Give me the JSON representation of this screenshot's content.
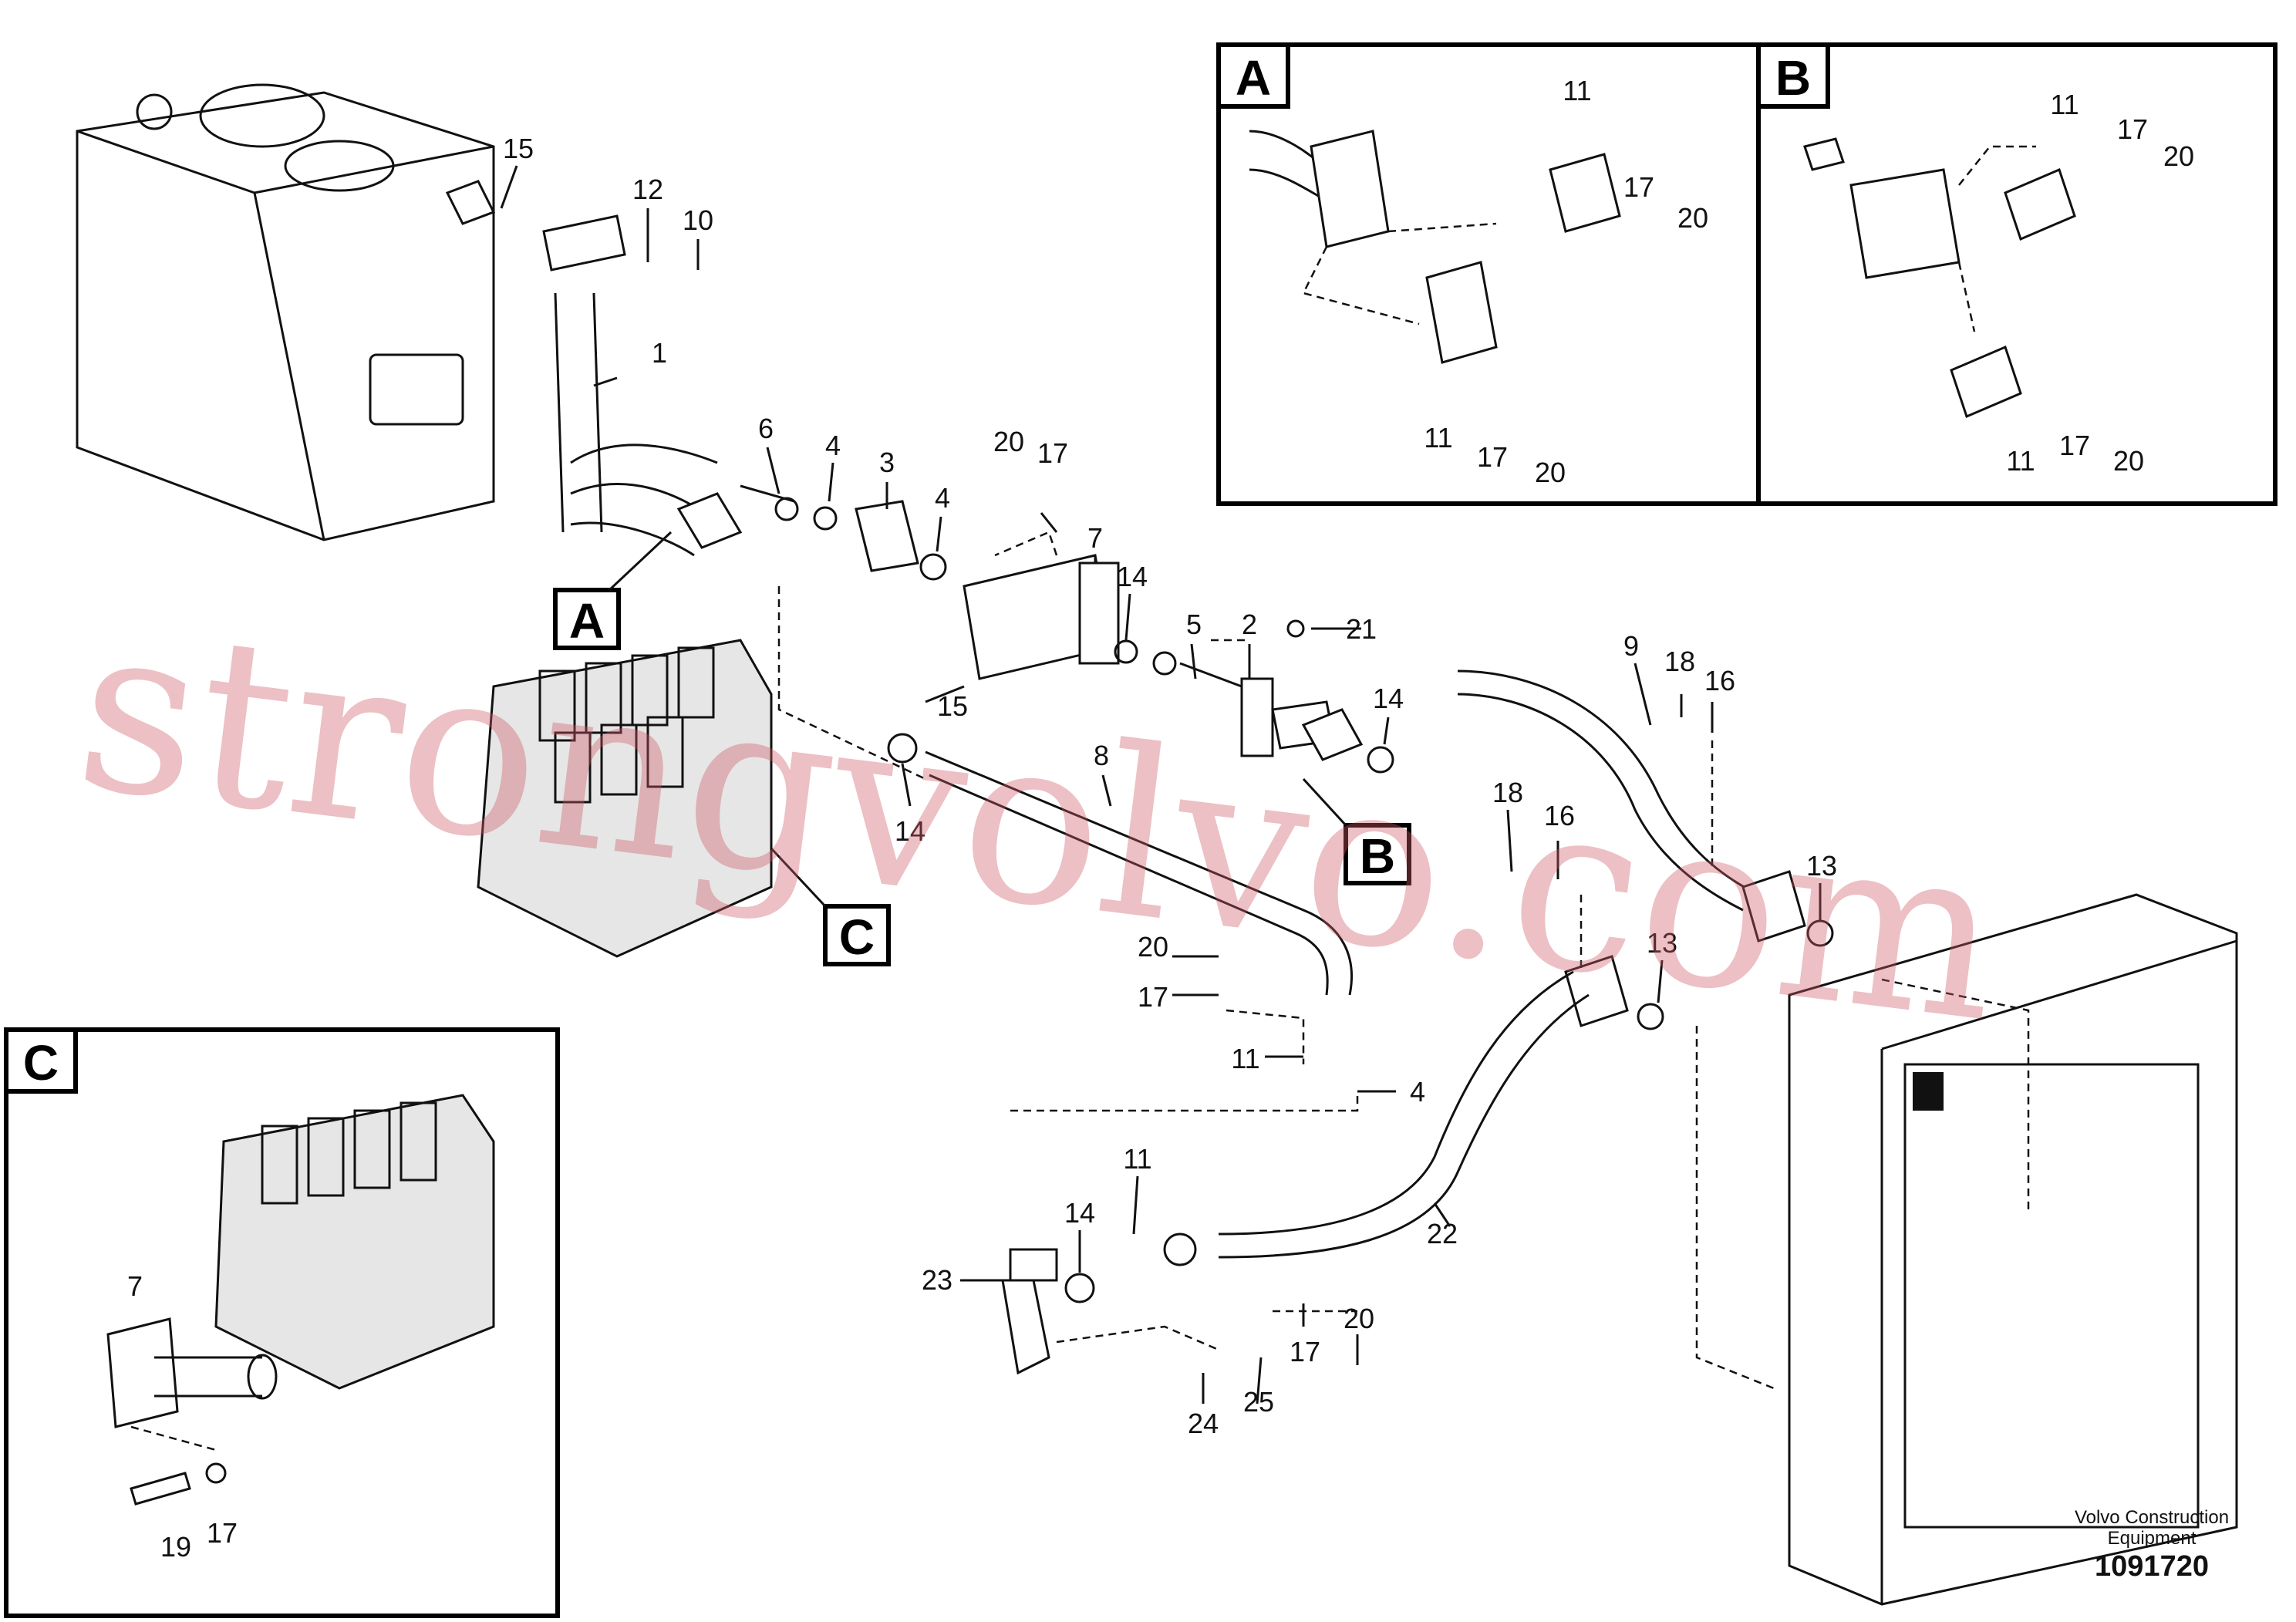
{
  "callouts": {
    "a": "A",
    "b": "B",
    "c": "C"
  },
  "labels": {
    "main": [
      "15",
      "12",
      "10",
      "1",
      "6",
      "4",
      "3",
      "4",
      "20",
      "17",
      "7",
      "14",
      "5",
      "2",
      "21",
      "15",
      "14",
      "8",
      "14",
      "9",
      "18",
      "16",
      "18",
      "16",
      "13",
      "13",
      "20",
      "17",
      "11",
      "4",
      "11",
      "14",
      "22",
      "23",
      "20",
      "17",
      "24",
      "25"
    ],
    "detail_a": [
      "11",
      "17",
      "20",
      "11",
      "17",
      "20"
    ],
    "detail_b": [
      "11",
      "17",
      "20",
      "11",
      "17",
      "20"
    ],
    "detail_c": [
      "7",
      "19",
      "17"
    ]
  },
  "watermark": "strongvolvo.com",
  "footer": {
    "company": "Volvo Construction Equipment",
    "line1": "Volvo Construction",
    "line2": "Equipment",
    "drawing_number": "1091720"
  }
}
